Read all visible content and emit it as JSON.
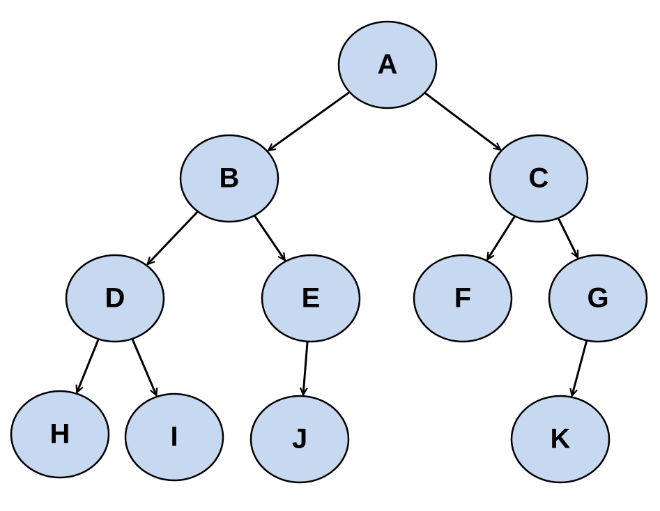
{
  "colors": {
    "node_fill": "#c6d9f0",
    "node_stroke": "#000000",
    "edge": "#000000",
    "background": "#ffffff"
  },
  "nodes": [
    {
      "id": "A",
      "label": "A"
    },
    {
      "id": "B",
      "label": "B"
    },
    {
      "id": "C",
      "label": "C"
    },
    {
      "id": "D",
      "label": "D"
    },
    {
      "id": "E",
      "label": "E"
    },
    {
      "id": "F",
      "label": "F"
    },
    {
      "id": "G",
      "label": "G"
    },
    {
      "id": "H",
      "label": "H"
    },
    {
      "id": "I",
      "label": "I"
    },
    {
      "id": "J",
      "label": "J"
    },
    {
      "id": "K",
      "label": "K"
    }
  ],
  "edges": [
    {
      "from": "A",
      "to": "B"
    },
    {
      "from": "A",
      "to": "C"
    },
    {
      "from": "B",
      "to": "D"
    },
    {
      "from": "B",
      "to": "E"
    },
    {
      "from": "C",
      "to": "F"
    },
    {
      "from": "C",
      "to": "G"
    },
    {
      "from": "D",
      "to": "H"
    },
    {
      "from": "D",
      "to": "I"
    },
    {
      "from": "E",
      "to": "J"
    },
    {
      "from": "G",
      "to": "K"
    }
  ]
}
